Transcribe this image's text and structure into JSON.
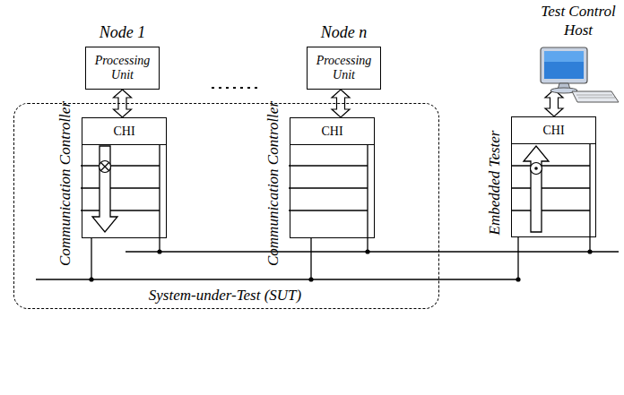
{
  "diagram": {
    "nodes": [
      {
        "text": [
          "Node 1",
          "Processing Unit"
        ]
      },
      {
        "text": [
          "Node n",
          "Processing Unit"
        ]
      },
      {
        "text": [
          "Test Control Host"
        ]
      },
      {
        "text": [
          "System-under-Test (SUT)"
        ]
      },
      {
        "text": [
          "Communication Controller",
          "CHI"
        ],
        "in": 3
      },
      {
        "text": [
          "Communication Controller",
          "CHI"
        ],
        "in": 3
      },
      {
        "text": [
          "Embedded Tester",
          "CHI"
        ]
      }
    ],
    "edges": [
      {
        "from": 0,
        "to": 4,
        "arrow": "both"
      },
      {
        "from": 1,
        "to": 5,
        "arrow": "both"
      },
      {
        "from": 2,
        "to": 6,
        "arrow": "both"
      }
    ]
  }
}
